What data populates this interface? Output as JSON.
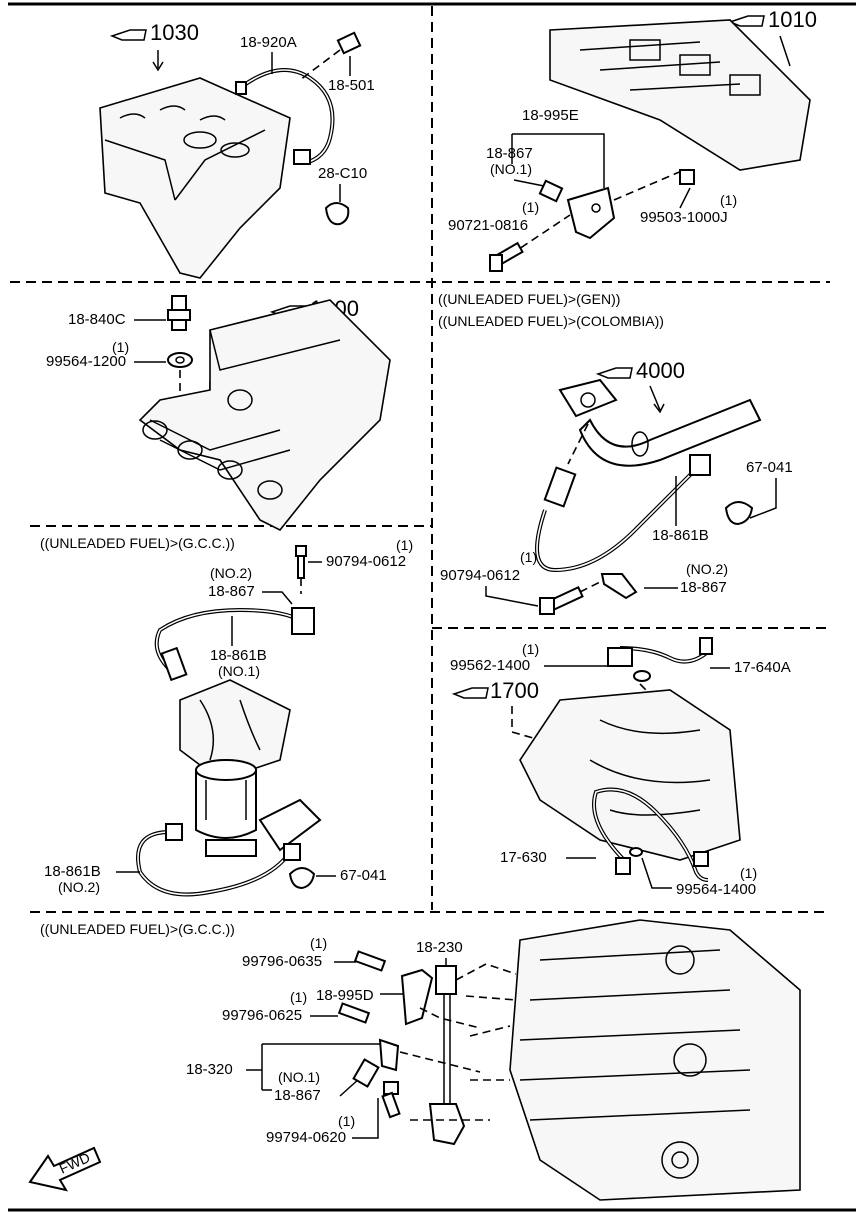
{
  "sections": {
    "engine_block_1030": {
      "ref": "1030",
      "parts": [
        "18-920A",
        "18-501",
        "28-C10"
      ]
    },
    "cylinder_head_1010": {
      "ref": "1010",
      "parts": [
        "18-995E",
        "18-867",
        "(NO.1)",
        "(1)",
        "90721-0816",
        "(1)",
        "99503-1000J"
      ]
    },
    "intake_manifold_1300": {
      "ref": "1300",
      "parts": [
        "18-840C",
        "(1)",
        "99564-1200"
      ]
    },
    "exhaust_4000": {
      "notes": [
        "((UNLEADED FUEL)>(GEN))",
        "((UNLEADED FUEL)>(COLOMBIA))"
      ],
      "ref": "4000",
      "parts": [
        "67-041",
        "18-861B",
        "(1)",
        "90794-0612",
        "(NO.2)",
        "18-867"
      ]
    },
    "catalyst_gcc": {
      "note": "((UNLEADED FUEL)>(G.C.C.))",
      "parts": [
        "(1)",
        "90794-0612",
        "(NO.2)",
        "18-867",
        "18-861B",
        "(NO.1)",
        "18-861B",
        "(NO.2)",
        "67-041"
      ]
    },
    "transmission_1700": {
      "ref": "1700",
      "parts": [
        "(1)",
        "99562-1400",
        "17-640A",
        "17-630",
        "(1)",
        "99564-1400"
      ]
    },
    "bottom_gcc": {
      "note": "((UNLEADED FUEL)>(G.C.C.))",
      "parts": [
        "18-230",
        "(1)",
        "99796-0635",
        "(1)",
        "18-995D",
        "99796-0625",
        "18-320",
        "(NO.1)",
        "18-867",
        "(1)",
        "99794-0620"
      ]
    }
  },
  "fwd_label": "FWD"
}
